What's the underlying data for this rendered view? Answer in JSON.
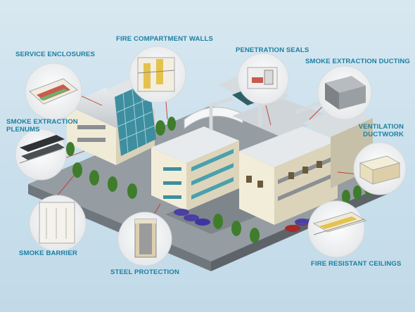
{
  "callouts": {
    "service_enclosures": "SERVICE ENCLOSURES",
    "fire_compartment_walls": "FIRE COMPARTMENT WALLS",
    "penetration_seals": "PENETRATION SEALS",
    "smoke_extraction_ducting": "SMOKE EXTRACTION DUCTING",
    "smoke_extraction_plenums_1": "SMOKE EXTRACTION",
    "smoke_extraction_plenums_2": "PLENUMS",
    "ventilation_ductwork_1": "VENTILATION",
    "ventilation_ductwork_2": "DUCTWORK",
    "smoke_barrier": "SMOKE BARRIER",
    "steel_protection": "STEEL PROTECTION",
    "fire_resistant_ceilings": "FIRE RESISTANT CEILINGS"
  },
  "colors": {
    "label_text": "#1c7fa0",
    "leader_line": "#c0392b",
    "sky": "#d8e8f1",
    "ground": "#8f969c",
    "wall": "#f1ecda",
    "glass": "#3f8fa0",
    "tree": "#3f7d2c"
  }
}
